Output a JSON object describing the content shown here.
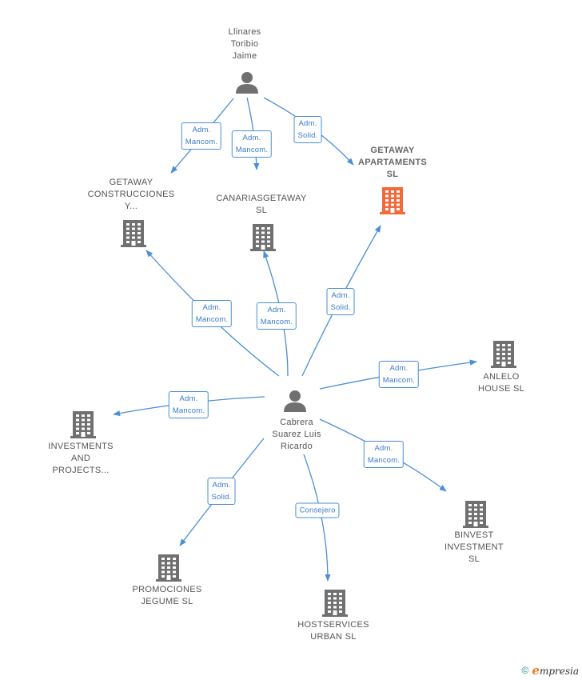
{
  "nodes": {
    "jaime": {
      "label": "Llinares\nToribio\nJaime",
      "type": "person"
    },
    "ricardo": {
      "label": "Cabrera\nSuarez Luis\nRicardo",
      "type": "person"
    },
    "getaway_apartaments": {
      "label": "GETAWAY\nAPARTAMENTS\nSL",
      "type": "company-main"
    },
    "getaway_construcciones": {
      "label": "GETAWAY\nCONSTRUCCIONES\nY...",
      "type": "company"
    },
    "canariasgetaway": {
      "label": "CANARIASGETAWAY\nSL",
      "type": "company"
    },
    "anlelo": {
      "label": "ANLELO\nHOUSE  SL",
      "type": "company"
    },
    "investments": {
      "label": "INVESTMENTS\nAND\nPROJECTS...",
      "type": "company"
    },
    "binvest": {
      "label": "BINVEST\nINVESTMENT\nSL",
      "type": "company"
    },
    "promociones": {
      "label": "PROMOCIONES\nJEGUME SL",
      "type": "company"
    },
    "hostservices": {
      "label": "HOSTSERVICES\nURBAN  SL",
      "type": "company"
    }
  },
  "edges": [
    {
      "from": "jaime",
      "to": "getaway_construcciones",
      "label": "Adm.\nMancom."
    },
    {
      "from": "jaime",
      "to": "canariasgetaway",
      "label": "Adm.\nMancom."
    },
    {
      "from": "jaime",
      "to": "getaway_apartaments",
      "label": "Adm.\nSolid."
    },
    {
      "from": "ricardo",
      "to": "getaway_construcciones",
      "label": "Adm.\nMancom."
    },
    {
      "from": "ricardo",
      "to": "canariasgetaway",
      "label": "Adm.\nMancom."
    },
    {
      "from": "ricardo",
      "to": "getaway_apartaments",
      "label": "Adm.\nSolid."
    },
    {
      "from": "ricardo",
      "to": "anlelo",
      "label": "Adm.\nMancom."
    },
    {
      "from": "ricardo",
      "to": "investments",
      "label": "Adm.\nMancom."
    },
    {
      "from": "ricardo",
      "to": "binvest",
      "label": "Adm.\nMancom."
    },
    {
      "from": "ricardo",
      "to": "promociones",
      "label": "Adm.\nSolid."
    },
    {
      "from": "ricardo",
      "to": "hostservices",
      "label": "Consejero"
    }
  ],
  "colors": {
    "edge": "#4a8fd6",
    "node_gray": "#707070",
    "node_main": "#f26a3a"
  },
  "footer": {
    "copyright_symbol": "©",
    "brand_initial": "e",
    "brand_rest": "mpresia"
  }
}
